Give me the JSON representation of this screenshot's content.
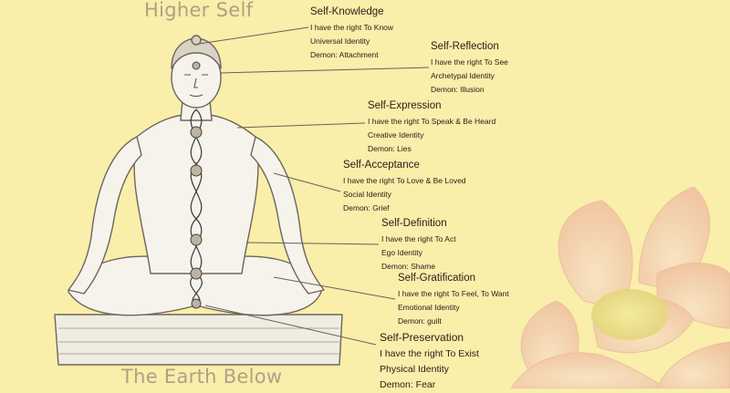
{
  "titles": {
    "top": "Higher Self",
    "bottom": "The Earth Below"
  },
  "chakras": [
    {
      "name": "Self-Knowledge",
      "right": "I have the right To Know",
      "identity": "Universal Identity",
      "demon": "Demon: Attachment"
    },
    {
      "name": "Self-Reflection",
      "right": "I have the right To See",
      "identity": "Archetypal Identity",
      "demon": "Demon: Illusion"
    },
    {
      "name": "Self-Expression",
      "right": "I have the right To Speak & Be Heard",
      "identity": "Creative Identity",
      "demon": "Demon: Lies"
    },
    {
      "name": "Self-Acceptance",
      "right": "I have the right To Love & Be Loved",
      "identity": "Social Identity",
      "demon": "Demon: Grief"
    },
    {
      "name": "Self-Definition",
      "right": "I have the right To Act",
      "identity": "Ego Identity",
      "demon": "Demon: Shame"
    },
    {
      "name": "Self-Gratification",
      "right": "I have the right To Feel, To Want",
      "identity": "Emotional Identity",
      "demon": "Demon: guilt"
    },
    {
      "name": "Self-Preservation",
      "right": "I have the right To Exist",
      "identity": "Physical Identity",
      "demon": "Demon: Fear"
    }
  ],
  "colors": {
    "background": "#f9eeaa",
    "title": "#b29f86",
    "text": "#2b2118",
    "leader_line": "#6b5f55",
    "lotus": "#f3c4a4"
  }
}
